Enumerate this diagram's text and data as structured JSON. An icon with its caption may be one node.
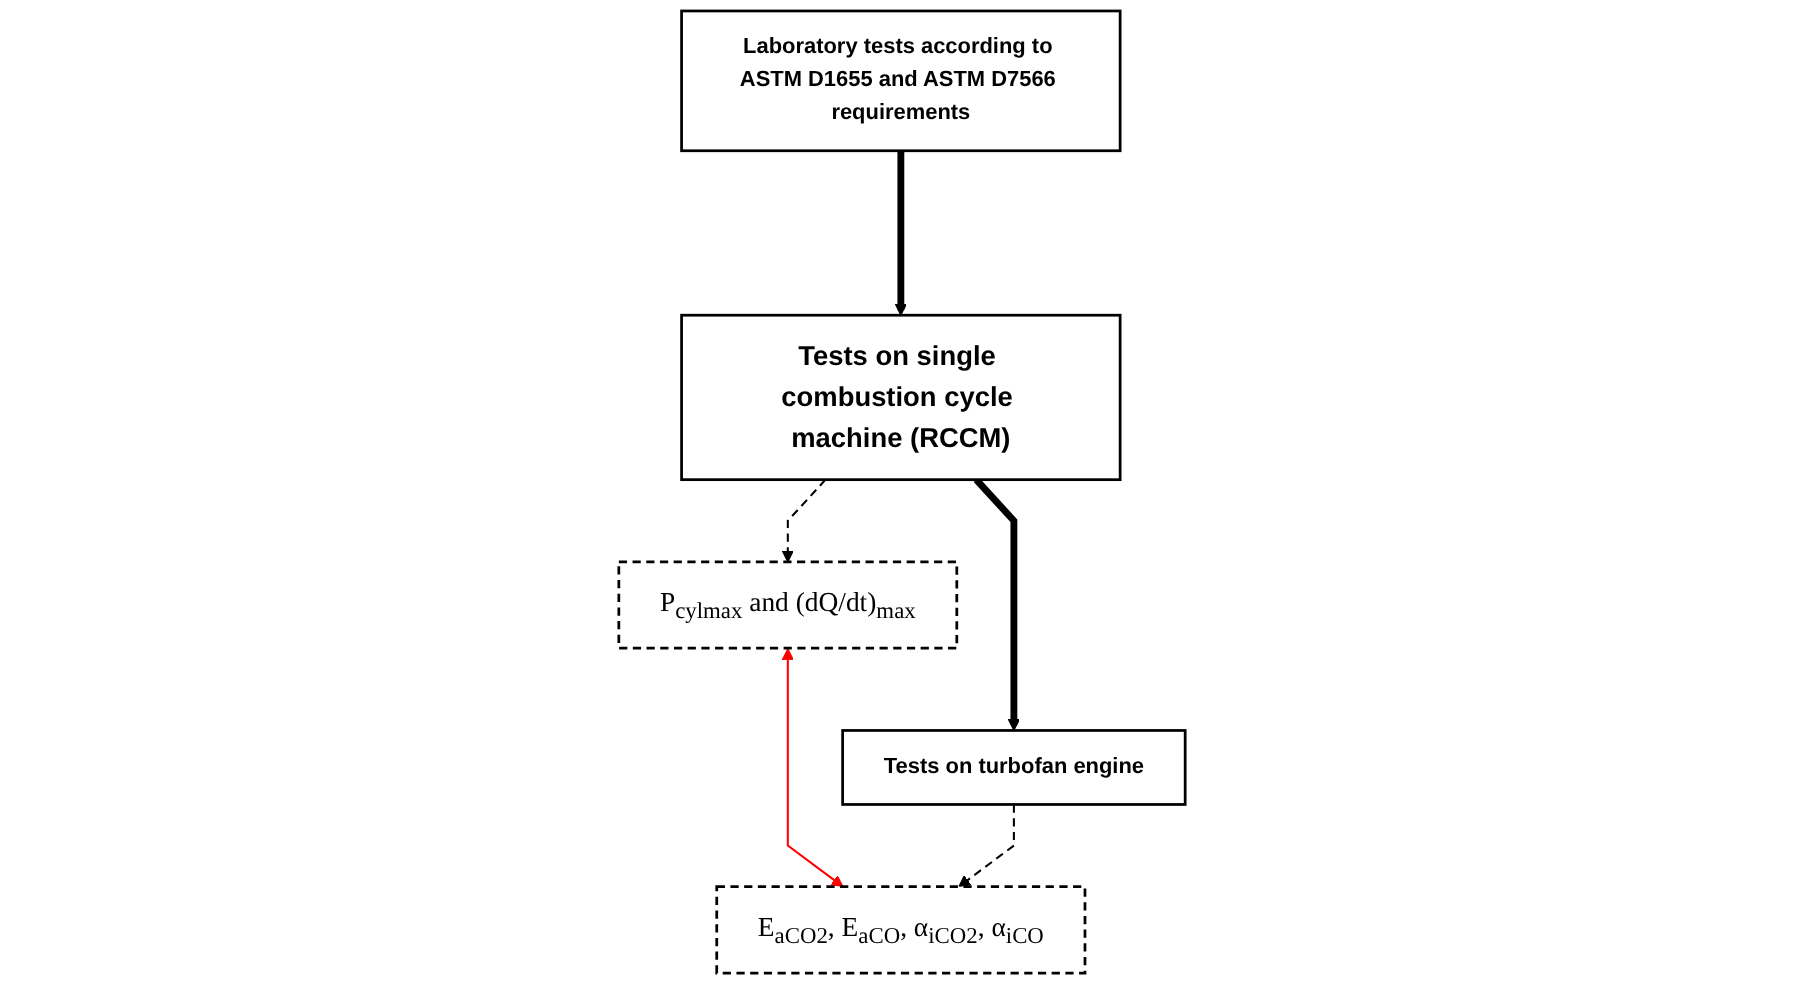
{
  "diagram": {
    "nodes": [
      {
        "text": [
          "Laboratory tests according to ASTM D1655 and ASTM D7566 requirements"
        ]
      },
      {
        "text": [
          "P$_{cylmax}$ and (dQ/dt)$_{max}$"
        ]
      },
      {
        "text": [
          "E$_{aCO2}$, E$_{aCO}$, α$_{iCO2}$, α$_{iCO}$"
        ]
      },
      {
        "text": [
          "Tests on single combustion cycle machine (RCCM)"
        ]
      },
      {
        "text": [
          "Tests on turbofan engine"
        ]
      }
    ],
    "edges": [
      {
        "from": 0,
        "to": 3,
        "arrow": "to",
        "style": "thick"
      },
      {
        "from": 3,
        "to": 1,
        "arrow": "to",
        "style": "dashed"
      },
      {
        "from": 1,
        "to": 2,
        "arrow": "both",
        "color": "#ff0000"
      },
      {
        "from": 3,
        "to": 4,
        "arrow": "to",
        "style": "thick"
      },
      {
        "from": 4,
        "to": 2,
        "arrow": "to",
        "style": "dashed"
      }
    ]
  }
}
